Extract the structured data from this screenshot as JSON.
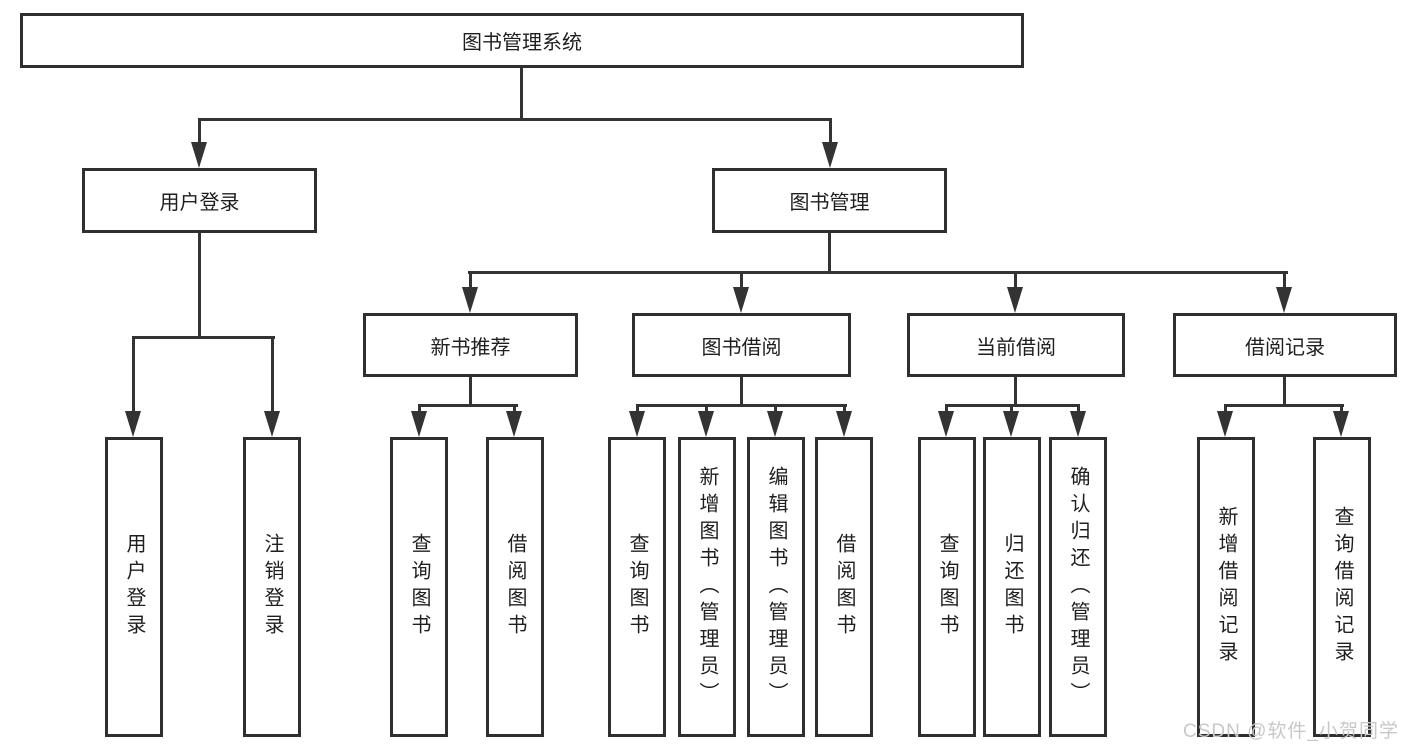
{
  "diagram": {
    "root": {
      "label": "图书管理系统"
    },
    "branches": [
      {
        "label": "用户登录",
        "children": [
          {
            "label": "用户登录"
          },
          {
            "label": "注销登录"
          }
        ]
      },
      {
        "label": "图书管理",
        "children": [
          {
            "label": "新书推荐",
            "children": [
              {
                "label": "查询图书"
              },
              {
                "label": "借阅图书"
              }
            ]
          },
          {
            "label": "图书借阅",
            "children": [
              {
                "label": "查询图书"
              },
              {
                "label": "新增图书（管理员）"
              },
              {
                "label": "编辑图书（管理员）"
              },
              {
                "label": "借阅图书"
              }
            ]
          },
          {
            "label": "当前借阅",
            "children": [
              {
                "label": "查询图书"
              },
              {
                "label": "归还图书"
              },
              {
                "label": "确认归还（管理员）"
              }
            ]
          },
          {
            "label": "借阅记录",
            "children": [
              {
                "label": "新增借阅记录"
              },
              {
                "label": "查询借阅记录"
              }
            ]
          }
        ]
      }
    ]
  },
  "watermark": {
    "text": "CSDN @软件_小贺同学"
  },
  "colors": {
    "line": "#333333",
    "border": "#2f2f2f",
    "text": "#1f1f1f",
    "background": "#ffffff",
    "watermark": "#c8c8c8"
  }
}
